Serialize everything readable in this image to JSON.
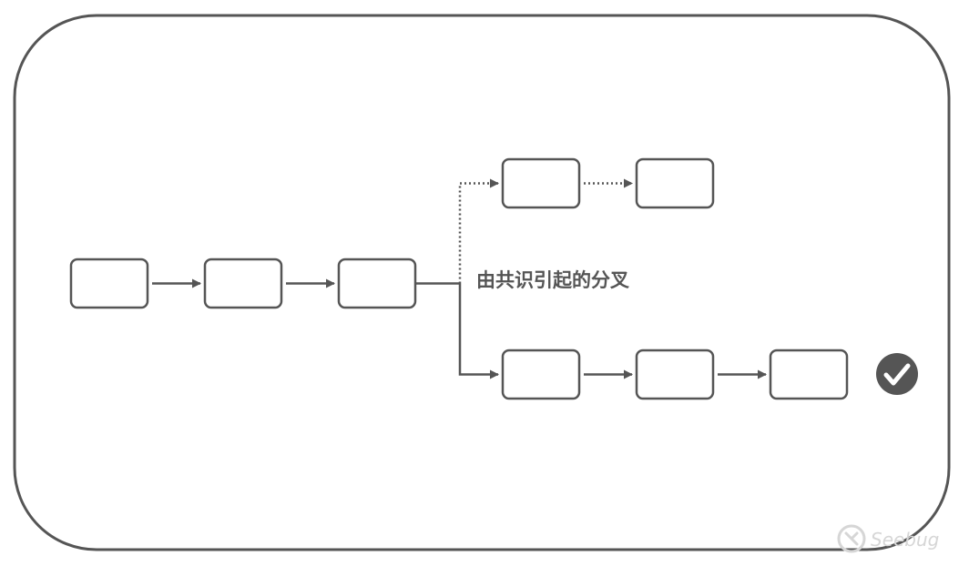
{
  "diagram": {
    "fork_label": "由共识引起的分叉",
    "main_chain_block_count": 3,
    "discarded_branch_block_count": 2,
    "accepted_branch_block_count": 3,
    "discarded_branch_style": "dotted",
    "accepted_branch_style": "solid",
    "accepted_marker_icon": "checkmark-circle-icon"
  },
  "watermark": {
    "text": "Seebug",
    "icon": "seebug-logo-icon"
  },
  "colors": {
    "stroke": "#555555",
    "background": "#ffffff",
    "watermark": "#d6d6d6"
  }
}
